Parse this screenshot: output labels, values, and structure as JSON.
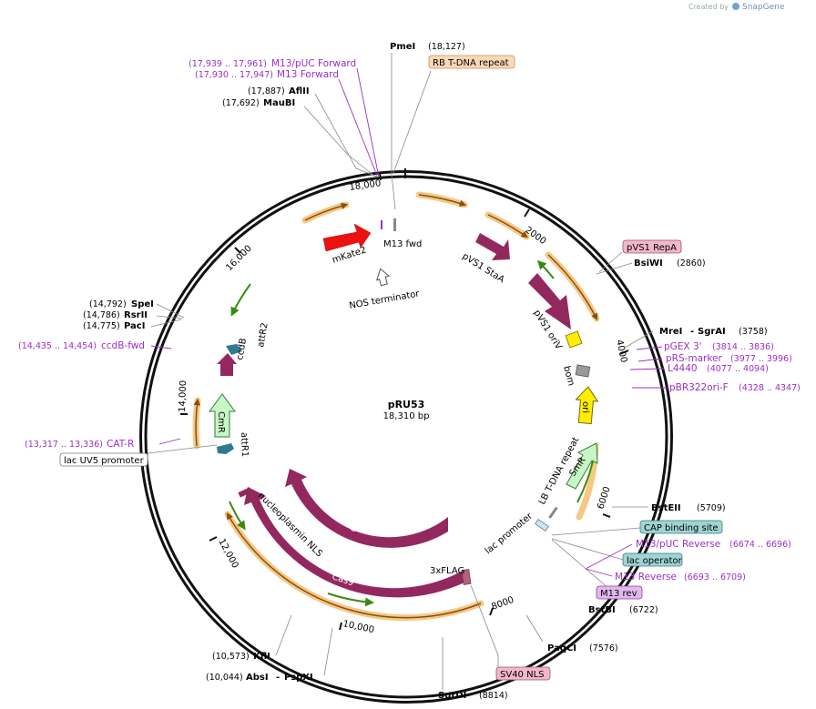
{
  "header": {
    "brand": "SnapGene",
    "created_by": "Created by"
  },
  "plasmid": {
    "name": "pRU53",
    "size": "18,310 bp"
  },
  "ruler": [
    "2000",
    "4000",
    "6000",
    "8000",
    "10,000",
    "12,000",
    "14,000",
    "16,000",
    "18,000"
  ],
  "sites": {
    "pmei": {
      "name": "PmeI",
      "pos": "(18,127)"
    },
    "aflii": {
      "name": "AflII",
      "pos": "(17,887)"
    },
    "maubi": {
      "name": "MauBI",
      "pos": "(17,692)"
    },
    "spei": {
      "name": "SpeI",
      "pos": "(14,792)"
    },
    "rsrii": {
      "name": "RsrII",
      "pos": "(14,786)"
    },
    "paci": {
      "name": "PacI",
      "pos": "(14,775)"
    },
    "bsiwi": {
      "name": "BsiWI",
      "pos": "(2860)"
    },
    "mrei": {
      "name": "MreI",
      "name2": "SgrAI",
      "sep": "-",
      "pos": "(3758)"
    },
    "bsteii": {
      "name": "BstEII",
      "pos": "(5709)"
    },
    "bstbi": {
      "name": "BstBI",
      "pos": "(6722)"
    },
    "paqci": {
      "name": "PaqCI",
      "pos": "(7576)"
    },
    "sgrdi": {
      "name": "SgrDI",
      "pos": "(8814)"
    },
    "kfli": {
      "name": "KflI",
      "pos": "(10,573)"
    },
    "absi": {
      "name": "AbsI",
      "name2": "PspXI",
      "sep": "-",
      "pos": "(10,044)"
    }
  },
  "primers": {
    "m13puc_fwd": {
      "name": "M13/pUC Forward",
      "pos": "(17,939 .. 17,961)"
    },
    "m13_fwd": {
      "name": "M13 Forward",
      "pos": "(17,930 .. 17,947)"
    },
    "ccdb_fwd": {
      "name": "ccdB-fwd",
      "pos": "(14,435 .. 14,454)"
    },
    "cat_r": {
      "name": "CAT-R",
      "pos": "(13,317 .. 13,336)"
    },
    "pgex3": {
      "name": "pGEX 3'",
      "pos": "(3814 .. 3836)"
    },
    "prs_marker": {
      "name": "pRS-marker",
      "pos": "(3977 .. 3996)"
    },
    "l4440": {
      "name": "L4440",
      "pos": "(4077 .. 4094)"
    },
    "pbr322": {
      "name": "pBR322ori-F",
      "pos": "(4328 .. 4347)"
    },
    "m13puc_rev": {
      "name": "M13/pUC Reverse",
      "pos": "(6674 .. 6696)"
    },
    "m13_rev": {
      "name": "M13 Reverse",
      "pos": "(6693 .. 6709)"
    }
  },
  "boxes": {
    "rb_tdna": "RB T-DNA repeat",
    "pvs1_repa": "pVS1 RepA",
    "lacuv5": "lac UV5 promoter",
    "cap": "CAP binding site",
    "lacop": "lac operator",
    "m13rev": "M13 rev",
    "sv40": "SV40 NLS"
  },
  "features": {
    "mkate2": "mKate2",
    "m13fwd": "M13 fwd",
    "nos": "NOS terminator",
    "pvs1_staa": "pVS1 StaA",
    "pvs1_oriv": "pVS1 oriV",
    "bom": "bom",
    "ori": "ori",
    "smr": "SmR",
    "lb_tdna": "LB T-DNA repeat",
    "lac_promoter": "lac promoter",
    "flag": "3xFLAG",
    "cas9_inner": "Cas9",
    "cas9_outer": "Cas9",
    "np_nls": "nucleoplasmin NLS",
    "attr1": "attR1",
    "cmr": "CmR",
    "ccdb": "ccdB",
    "attr2": "attR2"
  },
  "colors": {
    "cas9": "#93285f",
    "mkate2": "#ee1111",
    "ori": "#ffee00",
    "marker": "#c6f5c6",
    "orf_track": "#f5c884",
    "orf_arrow": "#8a4e0e",
    "primer": "#9b30c8",
    "green_orf": "#3a8a10",
    "att": "#2f7a92"
  }
}
